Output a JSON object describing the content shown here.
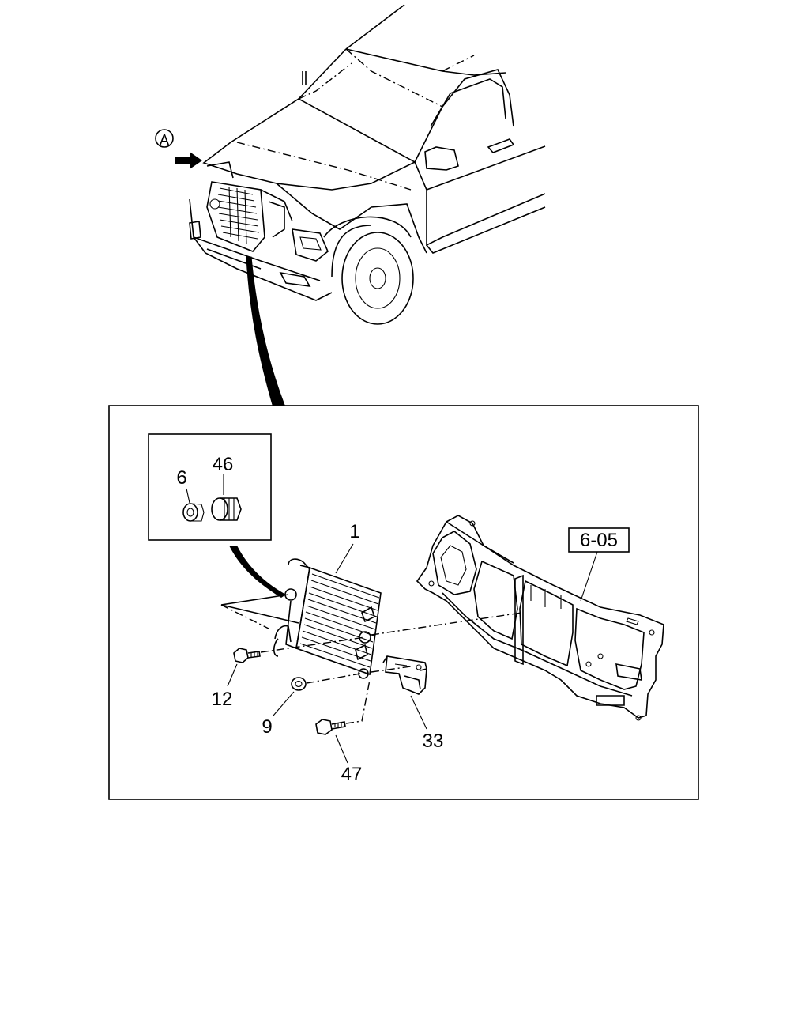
{
  "view_marker": "A",
  "inset_labels": [
    "6",
    "46"
  ],
  "callouts": {
    "radiator": "1",
    "bolt_12": "12",
    "nut_9": "9",
    "bracket_33": "33",
    "bolt_47": "47"
  },
  "ref_box": "6-05"
}
